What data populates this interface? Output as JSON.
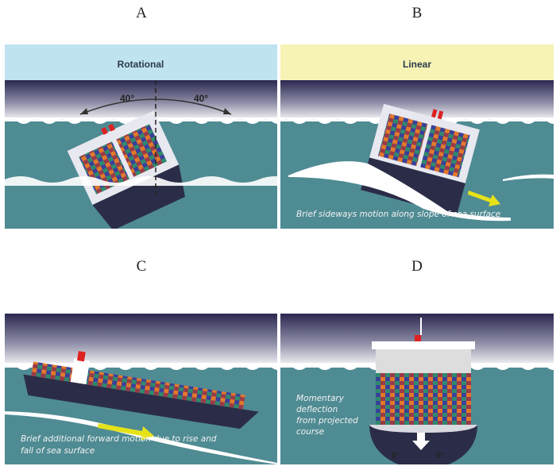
{
  "panels": [
    {
      "letter": "A",
      "header": "Rotational",
      "angle_left": "40°",
      "angle_right": "40°",
      "header_color": "#bfe3f1"
    },
    {
      "letter": "B",
      "header": "Linear",
      "caption": "Brief sideways motion along slope of sea surface",
      "header_color": "#f6f3b5"
    },
    {
      "letter": "C",
      "caption_line1": "Brief additional forward motion due to rise and",
      "caption_line2": "fall of sea surface"
    },
    {
      "letter": "D",
      "caption_lines": [
        "Momentary",
        "deflection",
        "from projected",
        "course"
      ],
      "angle_left": "5°",
      "angle_right": "5°"
    }
  ],
  "colors": {
    "sea": "#4f8b93",
    "sky_dark": "#2a2850",
    "hull": "#2b2d48",
    "arrow": "#e6e21a"
  }
}
